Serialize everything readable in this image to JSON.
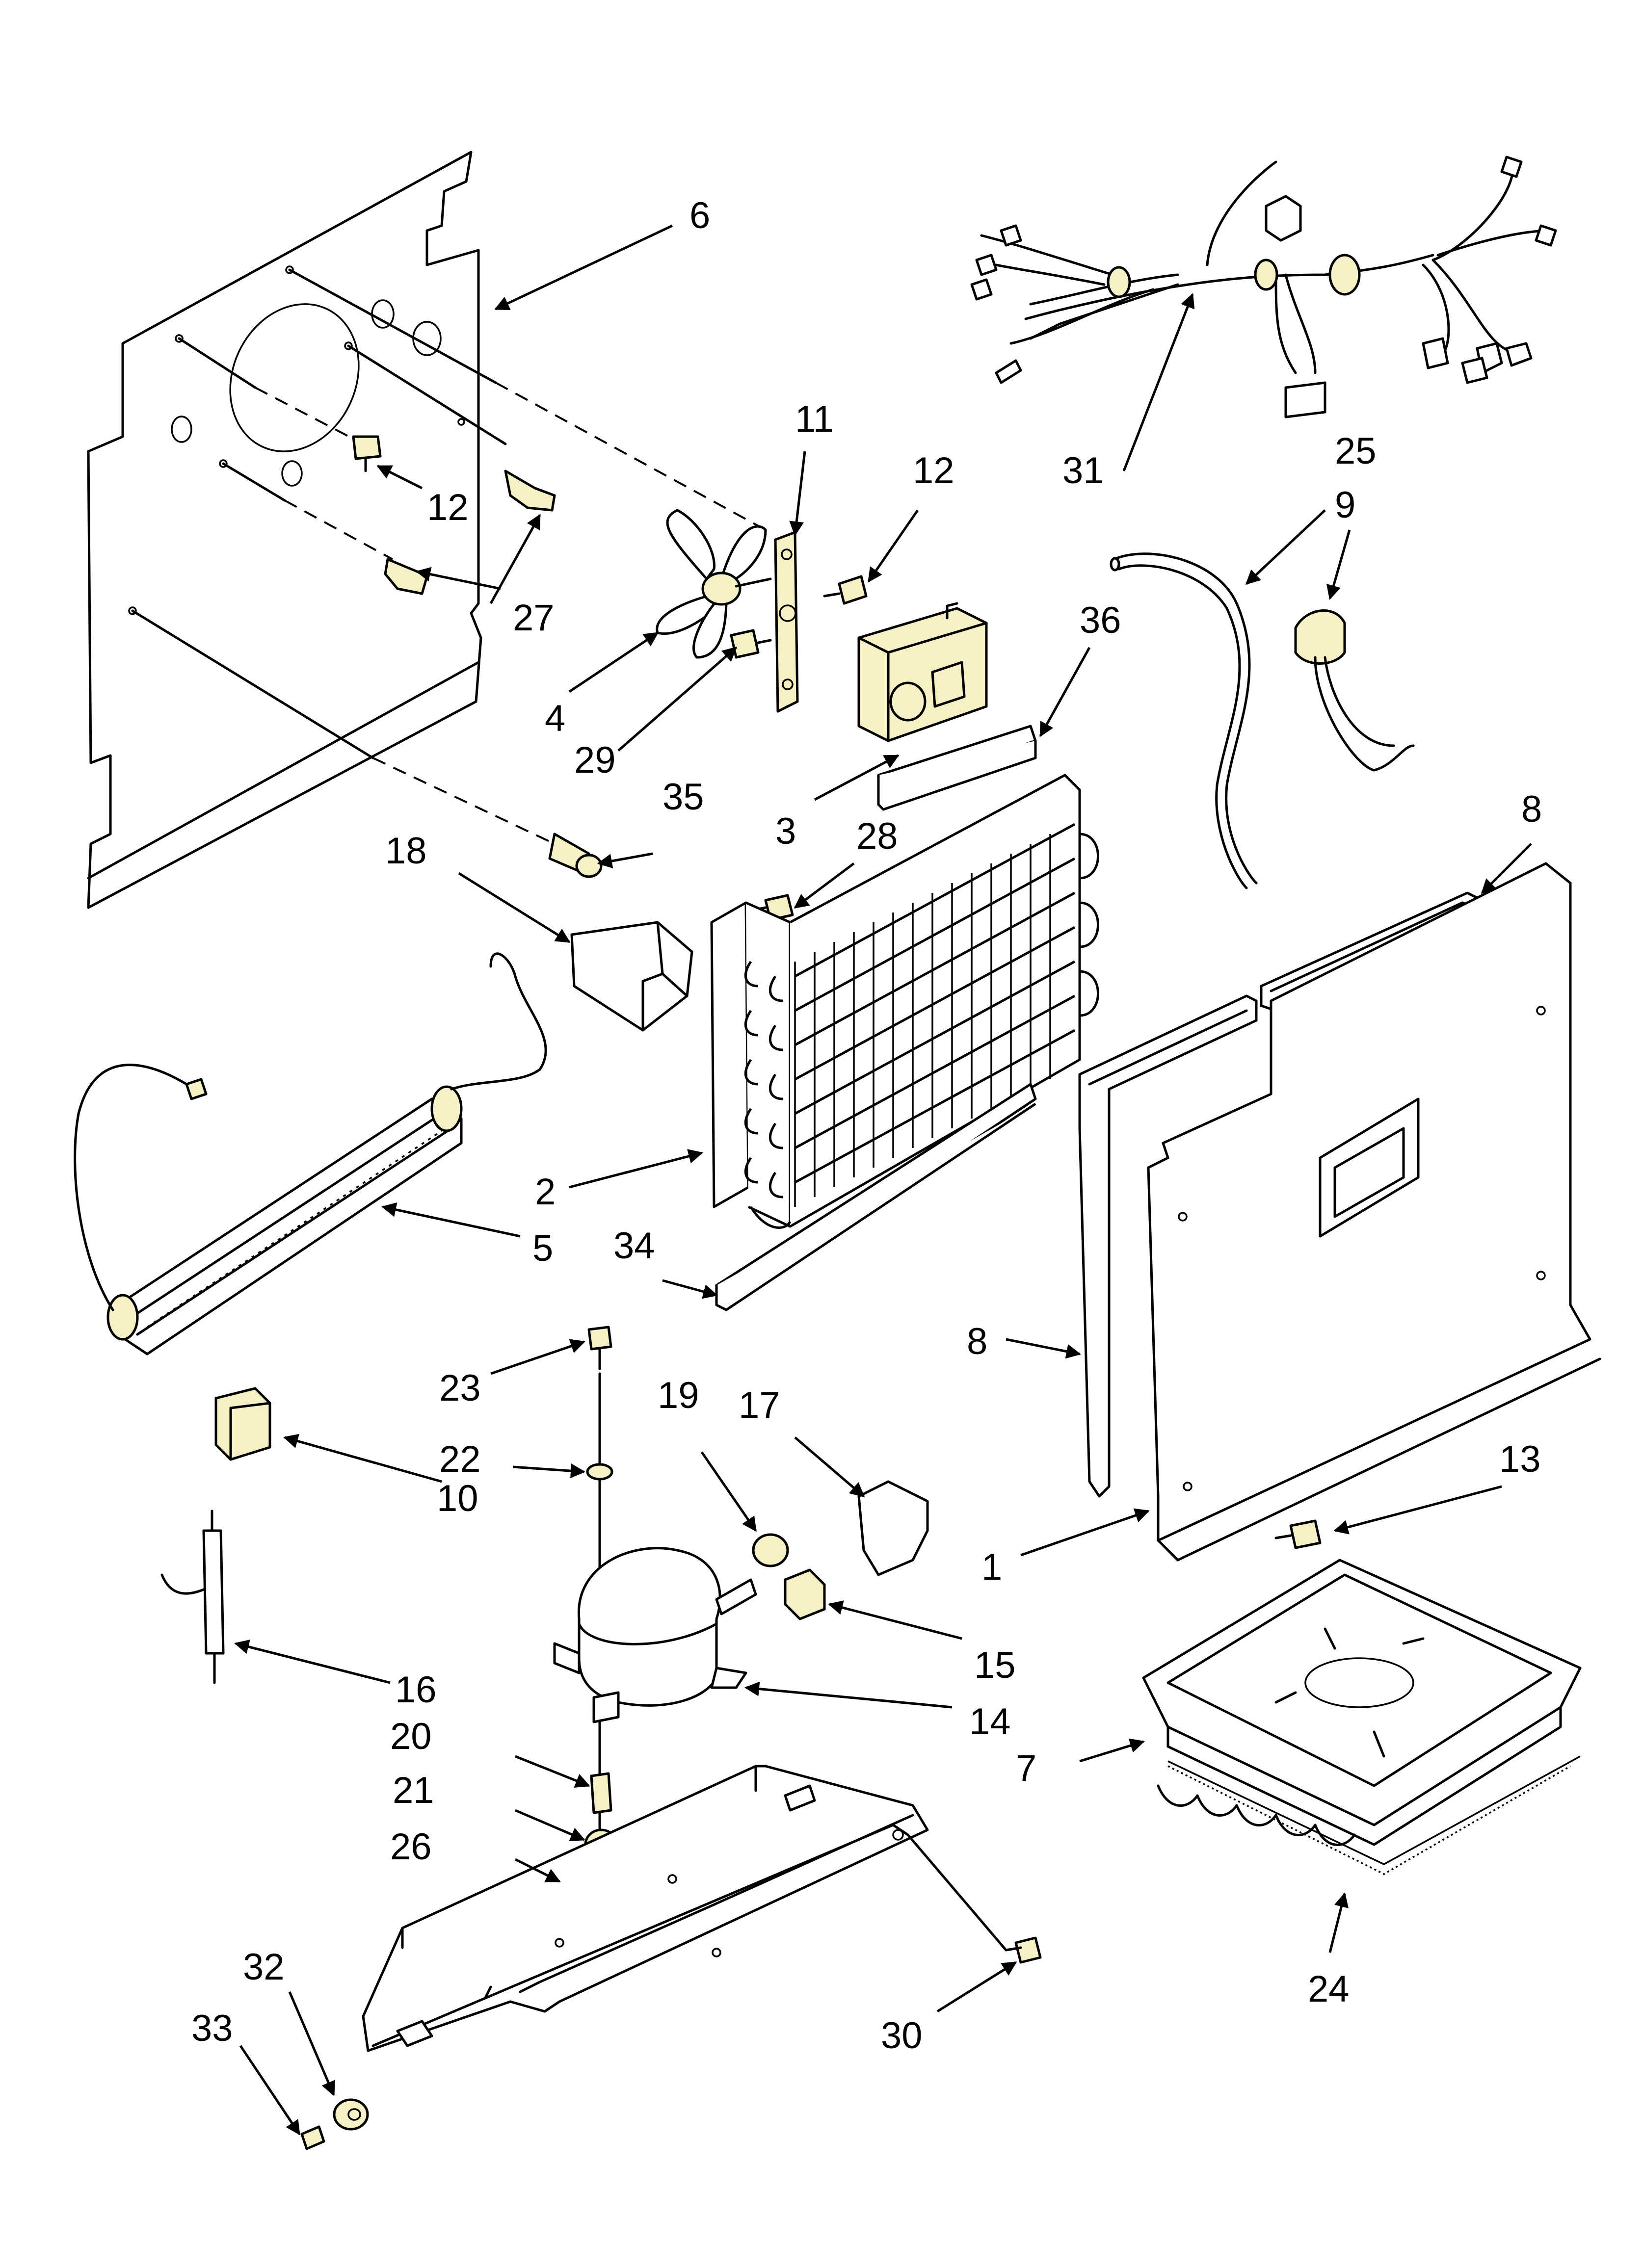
{
  "callouts": [
    {
      "id": "6",
      "text": "6"
    },
    {
      "id": "12a",
      "text": "12"
    },
    {
      "id": "27",
      "text": "27"
    },
    {
      "id": "11",
      "text": "11"
    },
    {
      "id": "12b",
      "text": "12"
    },
    {
      "id": "4",
      "text": "4"
    },
    {
      "id": "29",
      "text": "29"
    },
    {
      "id": "31",
      "text": "31"
    },
    {
      "id": "25",
      "text": "25"
    },
    {
      "id": "9",
      "text": "9"
    },
    {
      "id": "36",
      "text": "36"
    },
    {
      "id": "3",
      "text": "3"
    },
    {
      "id": "35",
      "text": "35"
    },
    {
      "id": "28",
      "text": "28"
    },
    {
      "id": "18",
      "text": "18"
    },
    {
      "id": "8a",
      "text": "8"
    },
    {
      "id": "2",
      "text": "2"
    },
    {
      "id": "5",
      "text": "5"
    },
    {
      "id": "34",
      "text": "34"
    },
    {
      "id": "8b",
      "text": "8"
    },
    {
      "id": "23",
      "text": "23"
    },
    {
      "id": "19",
      "text": "19"
    },
    {
      "id": "17",
      "text": "17"
    },
    {
      "id": "22",
      "text": "22"
    },
    {
      "id": "10",
      "text": "10"
    },
    {
      "id": "13",
      "text": "13"
    },
    {
      "id": "1",
      "text": "1"
    },
    {
      "id": "15",
      "text": "15"
    },
    {
      "id": "16",
      "text": "16"
    },
    {
      "id": "14",
      "text": "14"
    },
    {
      "id": "20",
      "text": "20"
    },
    {
      "id": "7",
      "text": "7"
    },
    {
      "id": "21",
      "text": "21"
    },
    {
      "id": "26",
      "text": "26"
    },
    {
      "id": "24",
      "text": "24"
    },
    {
      "id": "32",
      "text": "32"
    },
    {
      "id": "33",
      "text": "33"
    },
    {
      "id": "30",
      "text": "30"
    }
  ]
}
